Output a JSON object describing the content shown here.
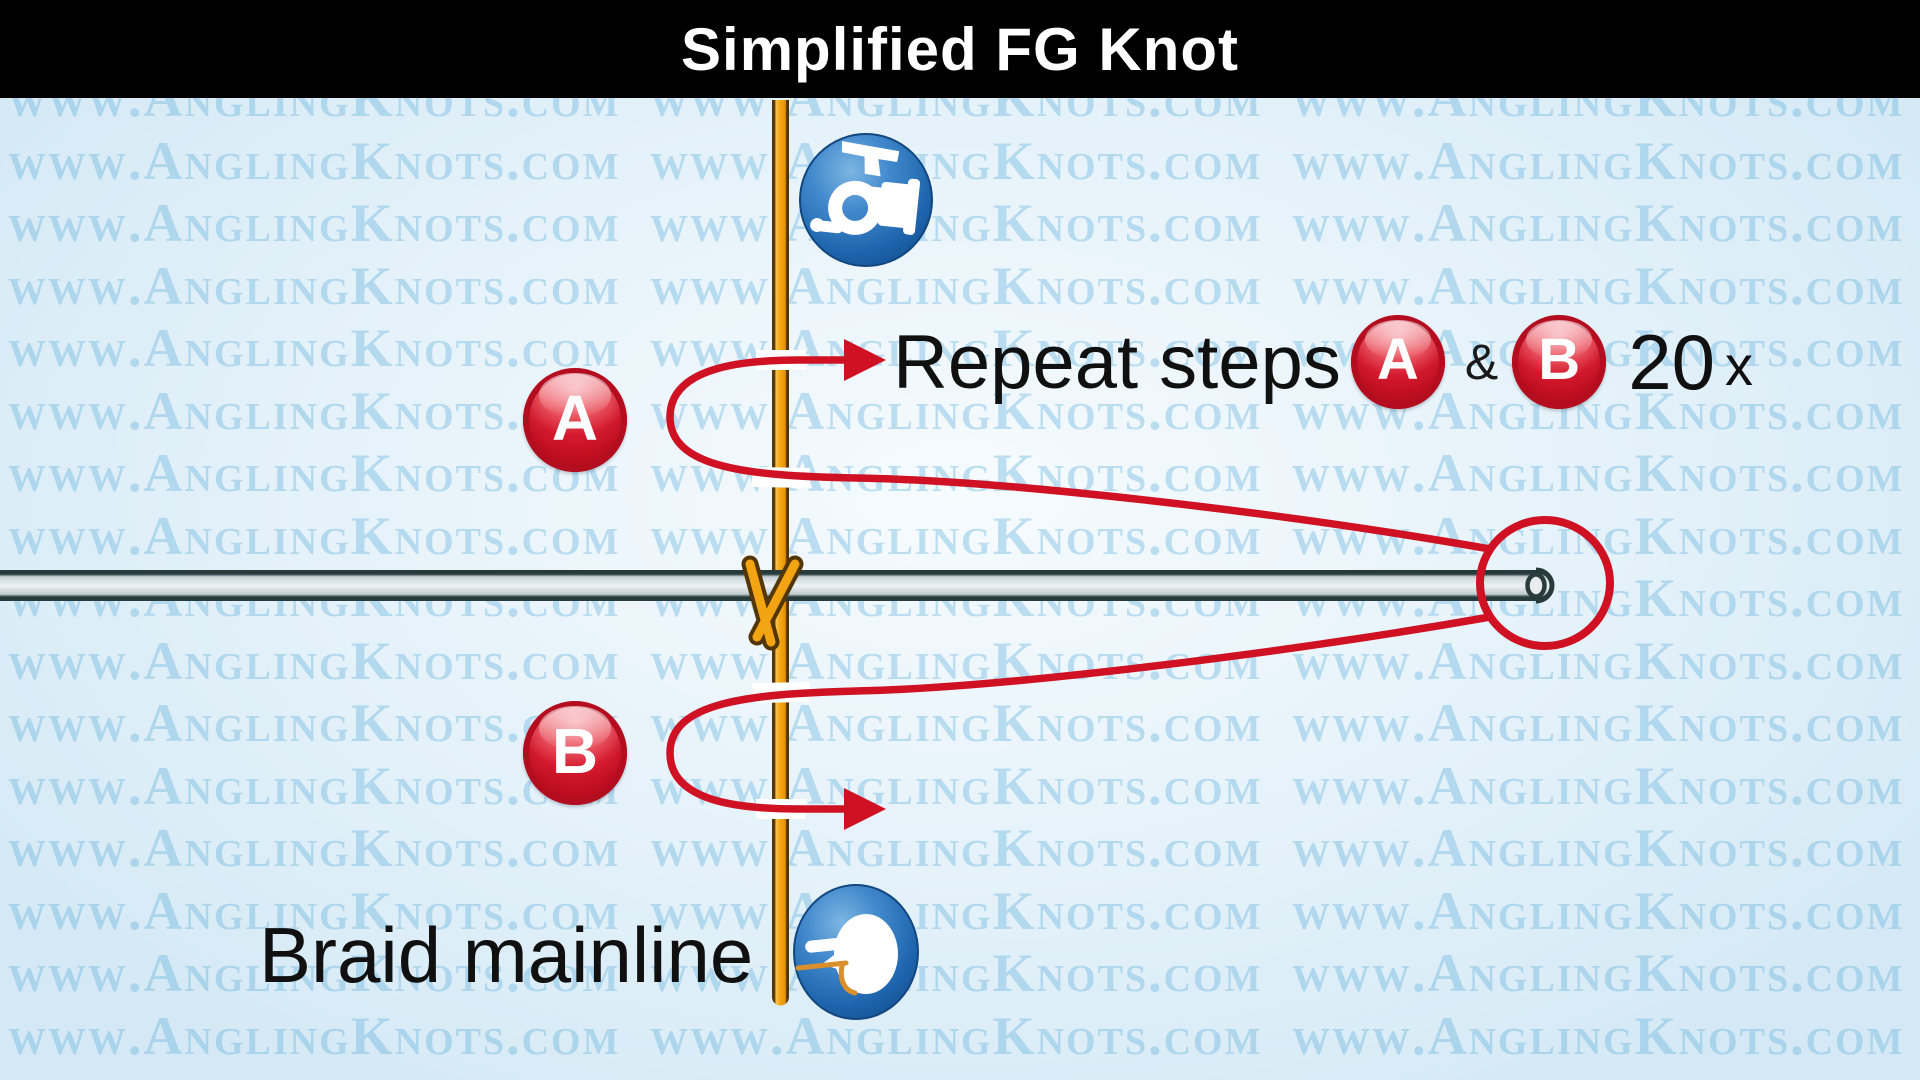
{
  "title_bar": {
    "title": "Simplified FG Knot"
  },
  "watermark": {
    "row_text": "www.AnglingKnots.com www.AnglingKnots.com www.AnglingKnots.com"
  },
  "instruction": {
    "prefix": "Repeat steps",
    "conjunction": "&",
    "count": "20",
    "unit": "x"
  },
  "labels": {
    "braid_mainline": "Braid mainline"
  },
  "steps": {
    "a": "A",
    "b": "B"
  },
  "icons": {
    "top": "fishing-reel",
    "bottom": "angler-head"
  },
  "colors": {
    "title_bg": "#000000",
    "title_fg": "#ffffff",
    "background": "#e7f3fa",
    "watermark_blue": "#bedff2",
    "accent_red": "#cf1123",
    "badge_red": "#d41a2e",
    "braid_orange": "#f2a412",
    "braid_outline": "#523605",
    "leader_gray": "#dde3e6",
    "leader_outline": "#273a3c",
    "icon_blue": "#2268ae",
    "text": "#111111"
  }
}
